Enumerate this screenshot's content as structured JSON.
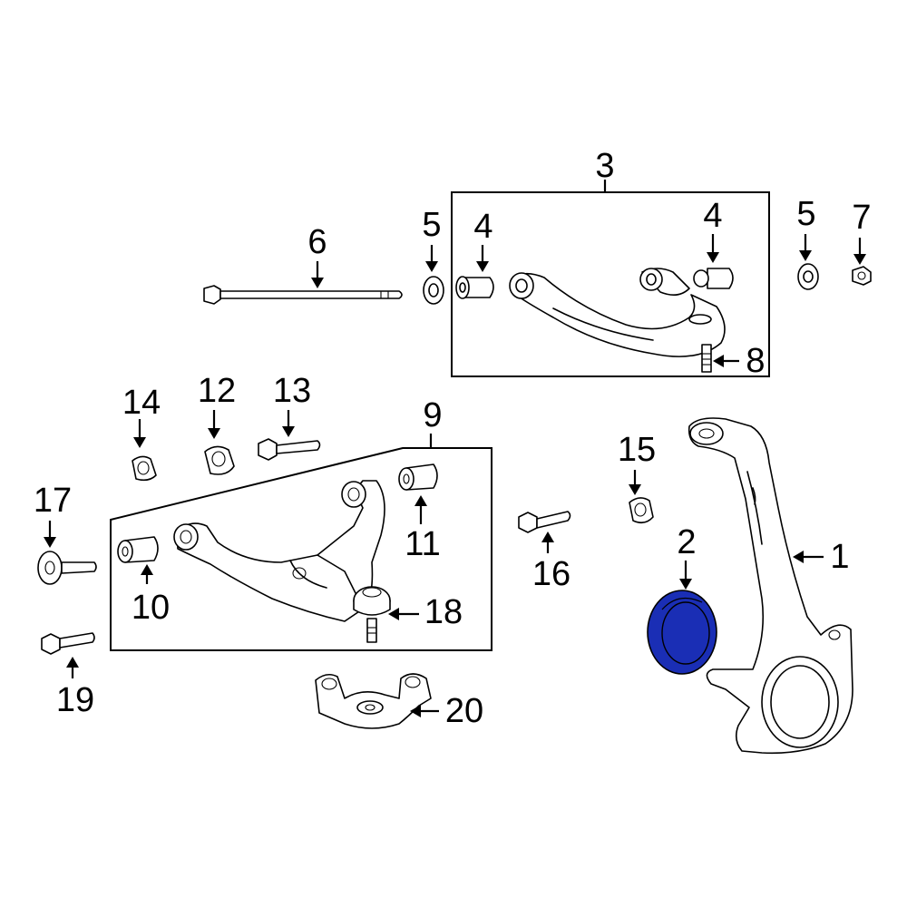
{
  "colors": {
    "highlight": "#1a2eb5",
    "line": "#000000",
    "background": "#ffffff"
  },
  "callouts": {
    "c1": "1",
    "c2": "2",
    "c3": "3",
    "c4a": "4",
    "c4b": "4",
    "c5a": "5",
    "c5b": "5",
    "c6": "6",
    "c7": "7",
    "c8": "8",
    "c9": "9",
    "c10": "10",
    "c11": "11",
    "c12": "12",
    "c13": "13",
    "c14": "14",
    "c15": "15",
    "c16": "16",
    "c17": "17",
    "c18": "18",
    "c19": "19",
    "c20": "20"
  }
}
